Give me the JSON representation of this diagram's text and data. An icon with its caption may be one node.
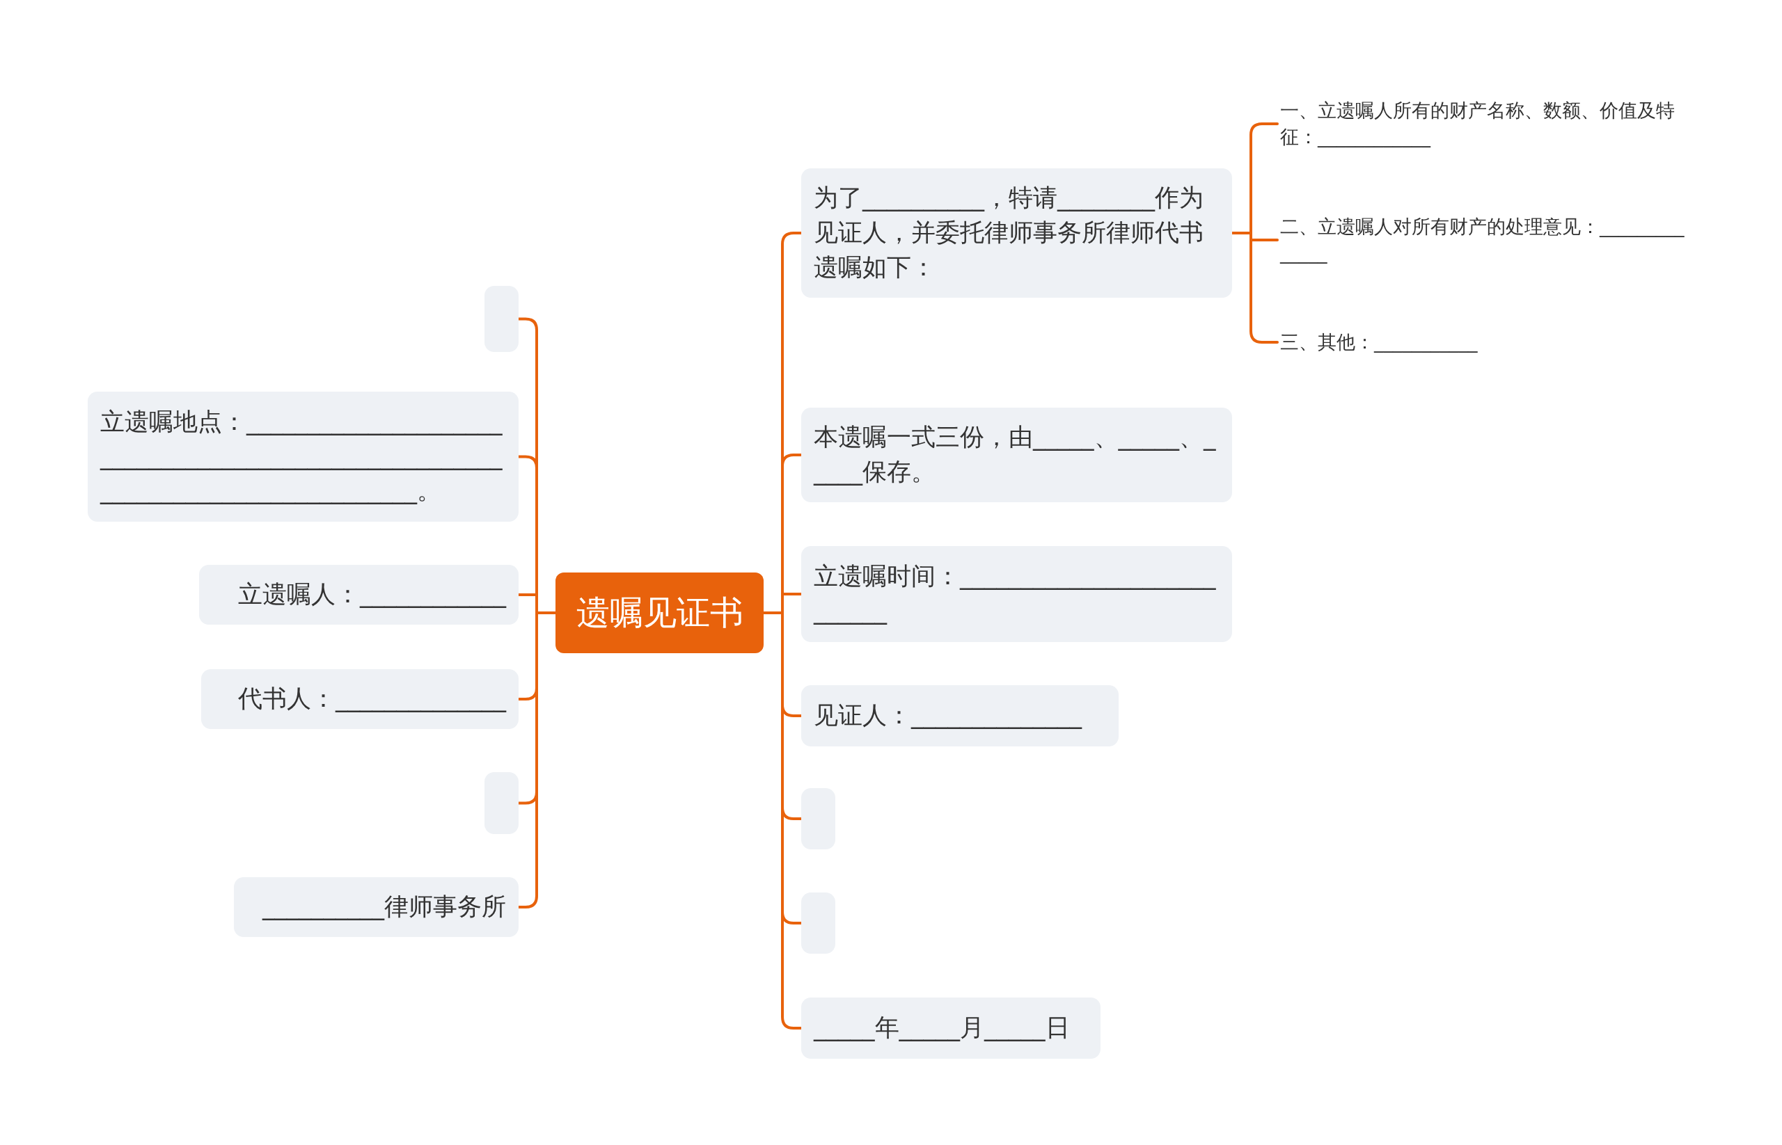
{
  "diagram": {
    "nodes": [
      {
        "text": [
          "遗嘱见证书"
        ]
      },
      {
        "text": [
          "为了__________，特请________作为见证人，并委托律师事务所律师代书遗嘱如下："
        ]
      },
      {
        "text": [
          "一、立遗嘱人所有的财产名称、数额、价值及特征：____________"
        ]
      },
      {
        "text": [
          "二、立遗嘱人对所有财产的处理意见：______________"
        ]
      },
      {
        "text": [
          "三、其他：___________"
        ]
      },
      {
        "text": [
          "本遗嘱一式三份，由_____、_____、_____保存。"
        ]
      },
      {
        "text": [
          "立遗嘱时间：___________________________"
        ]
      },
      {
        "text": [
          "见证人：______________"
        ]
      },
      {
        "text": [],
        "shape": "box"
      },
      {
        "text": [],
        "shape": "box"
      },
      {
        "text": [
          "_____年_____月_____日"
        ]
      },
      {
        "text": [],
        "shape": "box"
      },
      {
        "text": [
          "立遗嘱地点：________________________________________________________________________________。"
        ]
      },
      {
        "text": [
          "立遗嘱人：____________"
        ]
      },
      {
        "text": [
          "代书人：______________"
        ]
      },
      {
        "text": [],
        "shape": "box"
      },
      {
        "text": [
          "__________律师事务所"
        ]
      }
    ],
    "edges": [
      {
        "from": 0,
        "to": 1,
        "arrow": "none"
      },
      {
        "from": 1,
        "to": 2,
        "arrow": "none"
      },
      {
        "from": 1,
        "to": 3,
        "arrow": "none"
      },
      {
        "from": 1,
        "to": 4,
        "arrow": "none"
      },
      {
        "from": 0,
        "to": 5,
        "arrow": "none"
      },
      {
        "from": 0,
        "to": 6,
        "arrow": "none"
      },
      {
        "from": 0,
        "to": 7,
        "arrow": "none"
      },
      {
        "from": 0,
        "to": 8,
        "arrow": "none"
      },
      {
        "from": 0,
        "to": 9,
        "arrow": "none"
      },
      {
        "from": 0,
        "to": 10,
        "arrow": "none"
      },
      {
        "from": 0,
        "to": 11,
        "arrow": "none"
      },
      {
        "from": 0,
        "to": 12,
        "arrow": "none"
      },
      {
        "from": 0,
        "to": 13,
        "arrow": "none"
      },
      {
        "from": 0,
        "to": 14,
        "arrow": "none"
      },
      {
        "from": 0,
        "to": 15,
        "arrow": "none"
      },
      {
        "from": 0,
        "to": 16,
        "arrow": "none"
      }
    ]
  }
}
